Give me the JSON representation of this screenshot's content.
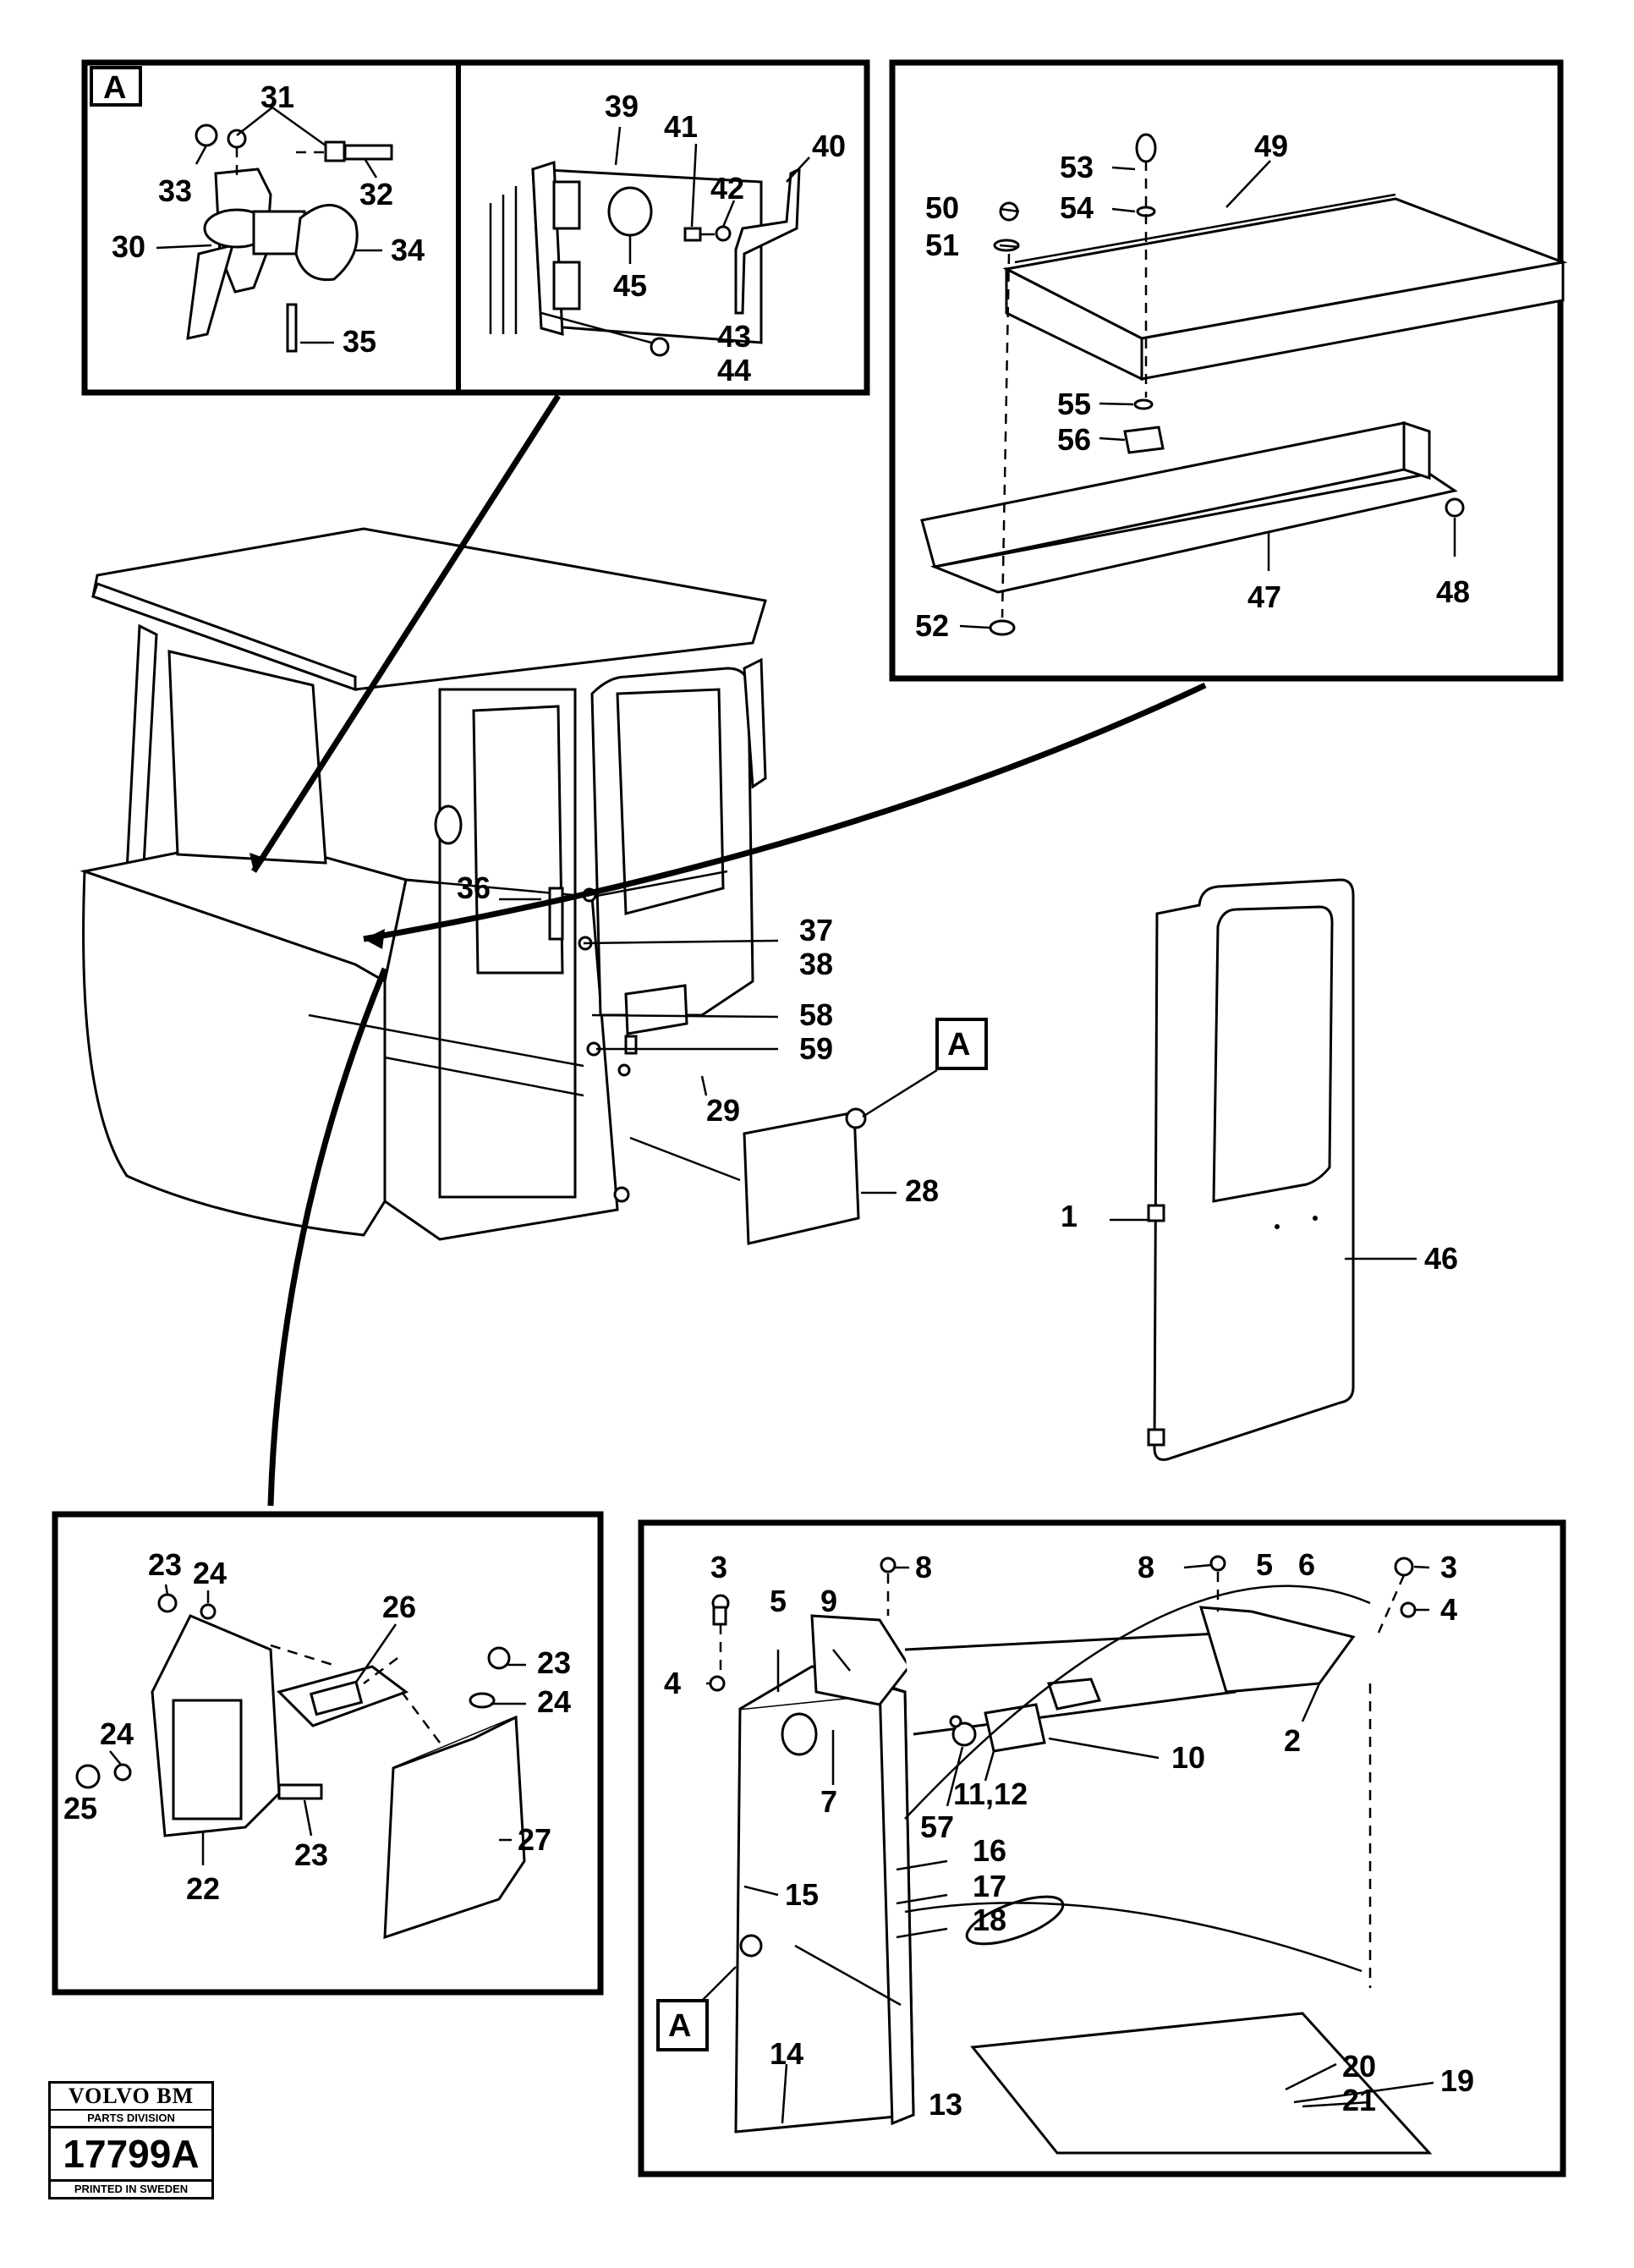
{
  "panel_tag": "A",
  "callouts": {
    "c1": "1",
    "c2": "2",
    "c3a": "3",
    "c3b": "3",
    "c4a": "4",
    "c4b": "4",
    "c5a": "5",
    "c5b": "5",
    "c6": "6",
    "c7": "7",
    "c8a": "8",
    "c8b": "8",
    "c9": "9",
    "c10": "10",
    "c1112": "11,12",
    "c13": "13",
    "c14": "14",
    "c15": "15",
    "c16": "16",
    "c17": "17",
    "c18": "18",
    "c19": "19",
    "c20": "20",
    "c21": "21",
    "c22": "22",
    "c23a": "23",
    "c23b": "23",
    "c23c": "23",
    "c24a": "24",
    "c24b": "24",
    "c24c": "24",
    "c25": "25",
    "c26": "26",
    "c27": "27",
    "c28": "28",
    "c29": "29",
    "c30": "30",
    "c31": "31",
    "c32": "32",
    "c33": "33",
    "c34": "34",
    "c35": "35",
    "c36": "36",
    "c37": "37",
    "c38": "38",
    "c39": "39",
    "c40": "40",
    "c41": "41",
    "c42": "42",
    "c43": "43",
    "c44": "44",
    "c45": "45",
    "c46": "46",
    "c47": "47",
    "c48": "48",
    "c49": "49",
    "c50": "50",
    "c51": "51",
    "c52": "52",
    "c53": "53",
    "c54": "54",
    "c55": "55",
    "c56": "56",
    "c57": "57",
    "c58": "58",
    "c59": "59"
  },
  "stamp": {
    "brand": "VOLVO BM",
    "division": "PARTS DIVISION",
    "number": "17799A",
    "printed": "PRINTED IN SWEDEN"
  }
}
